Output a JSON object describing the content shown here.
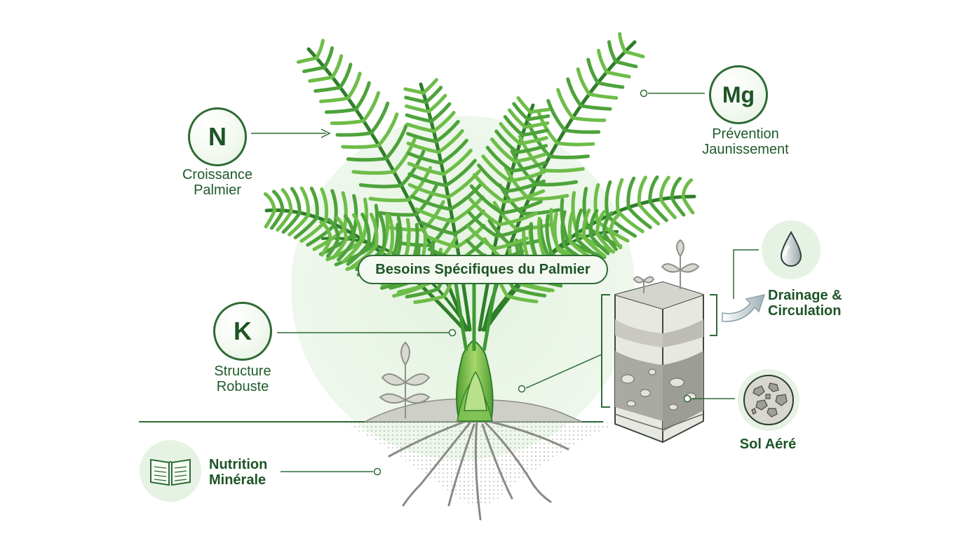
{
  "title": "Besoins Spécifiques du Palmier",
  "nutrients": {
    "n": {
      "symbol": "N",
      "line1": "Croissance",
      "line2": "Palmier"
    },
    "mg": {
      "symbol": "Mg",
      "line1": "Prévention",
      "line2": "Jaunissement"
    },
    "k": {
      "symbol": "K",
      "line1": "Structure",
      "line2": "Robuste"
    }
  },
  "nutrition": {
    "line1": "Nutrition",
    "line2": "Minérale",
    "icon": "open-book-icon"
  },
  "drainage": {
    "line1": "Drainage &",
    "line2": "Circulation",
    "icon": "water-drop-icon"
  },
  "soil": {
    "label": "Sol Aéré",
    "icon": "soil-particles-icon"
  },
  "colors": {
    "primary": "#2e6b35",
    "leaf": "#3f9a34",
    "leaf_light": "#8fcf62",
    "glow": "#e9f5e6",
    "soil": "#9a9a94"
  }
}
